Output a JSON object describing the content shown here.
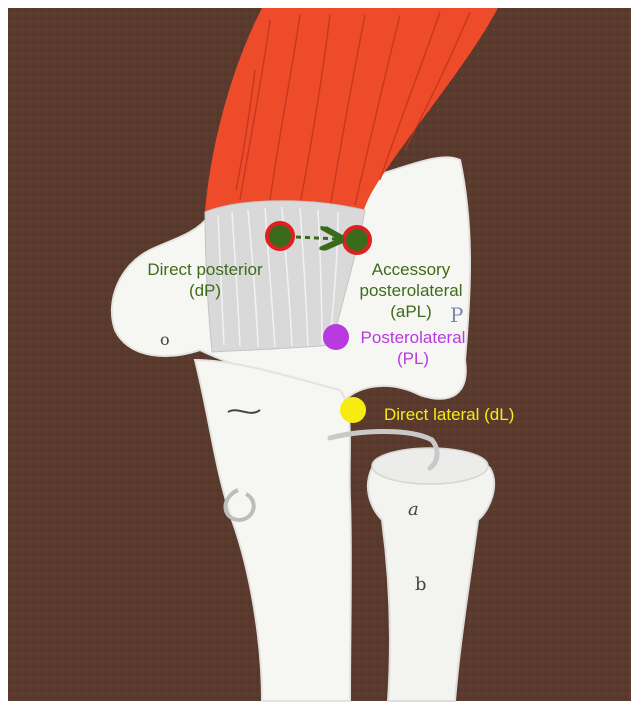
{
  "colors": {
    "background": "#5b3a2e",
    "muscle": "#ee4b2a",
    "tendon": "#d9d9d9",
    "bone": "#f6f6f3",
    "green_label": "#3f6b1c",
    "green_dot": "#3a6a1c",
    "red_ring": "#e02020",
    "purple": "#b63ae0",
    "yellow": "#f7ec12"
  },
  "portals": {
    "direct_posterior": {
      "line1": "Direct posterior",
      "line2": "(dP)"
    },
    "accessory_posterolateral": {
      "line1": "Accessory",
      "line2": "posterolateral",
      "line3": "(aPL)"
    },
    "posterolateral": {
      "line1": "Posterolateral",
      "line2": "(PL)"
    },
    "direct_lateral": {
      "line1": "Direct lateral (dL)"
    }
  },
  "bone_markings": {
    "mark_o": "o",
    "mark_p": "P",
    "mark_a": "a",
    "mark_b": "b"
  },
  "icons": {
    "arrow": "dashed-arrow-icon"
  }
}
